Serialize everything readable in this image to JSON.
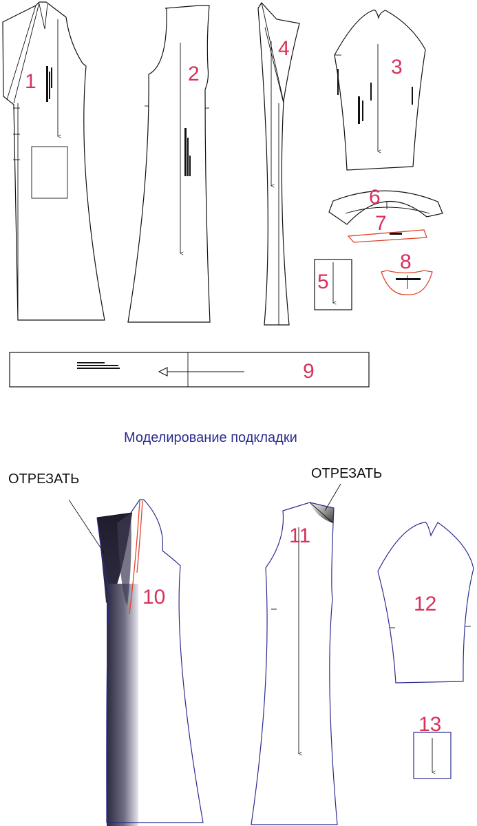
{
  "section_title": "Моделирование подкладки",
  "cut_labels": [
    "ОТРЕЗАТЬ",
    "ОТРЕЗАТЬ"
  ],
  "piece_numbers": [
    "1",
    "2",
    "3",
    "4",
    "5",
    "6",
    "7",
    "8",
    "9",
    "10",
    "11",
    "12",
    "13"
  ],
  "colors": {
    "outline": "#111111",
    "number": "#d8315b",
    "lining_outline": "#2b2b8f",
    "seam_red": "#e0442a",
    "cut_shade": "#3a3850"
  }
}
